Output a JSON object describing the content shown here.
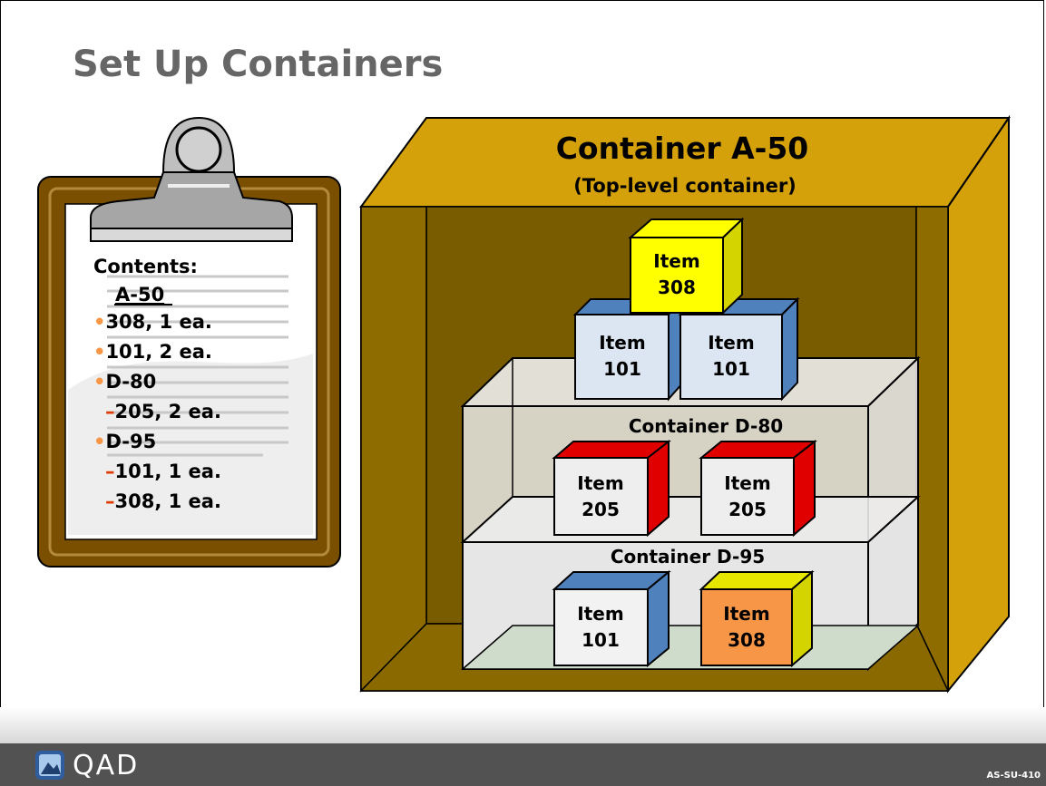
{
  "slide": {
    "title": "Set Up Containers",
    "brand": "QAD",
    "code": "AS-SU-410"
  },
  "clipboard": {
    "heading": "Contents:",
    "root": "A-50",
    "lines": [
      {
        "marker": "•",
        "text": "308, 1 ea.",
        "level": 1
      },
      {
        "marker": "•",
        "text": "101, 2 ea.",
        "level": 1
      },
      {
        "marker": "•",
        "text": "D-80",
        "level": 1
      },
      {
        "marker": "–",
        "text": "205, 2 ea.",
        "level": 2
      },
      {
        "marker": "•",
        "text": "D-95",
        "level": 1
      },
      {
        "marker": "–",
        "text": "101, 1 ea.",
        "level": 2
      },
      {
        "marker": "–",
        "text": "308, 1 ea.",
        "level": 2
      }
    ]
  },
  "container_a50": {
    "title": "Container A-50",
    "subtitle": "(Top-level container)"
  },
  "container_d80": {
    "title": "Container D-80"
  },
  "container_d95": {
    "title": "Container D-95"
  },
  "items": {
    "top": {
      "label": "Item",
      "number": "308"
    },
    "mid_left": {
      "label": "Item",
      "number": "101"
    },
    "mid_right": {
      "label": "Item",
      "number": "101"
    },
    "d80_left": {
      "label": "Item",
      "number": "205"
    },
    "d80_right": {
      "label": "Item",
      "number": "205"
    },
    "d95_left": {
      "label": "Item",
      "number": "101"
    },
    "d95_right": {
      "label": "Item",
      "number": "308"
    }
  },
  "colors": {
    "crate_front": "#8a6a00",
    "crate_top": "#d4a10a",
    "crate_interior": "#7a5c00",
    "yellow_box": "#ffff00",
    "yellow_side": "#d4d400",
    "blue_side": "#4f81bd",
    "light_blue_face": "#dce6f2",
    "red_side": "#e00000",
    "orange_face": "#f79646",
    "bullet": "#f79646",
    "dash": "#e03c00"
  }
}
